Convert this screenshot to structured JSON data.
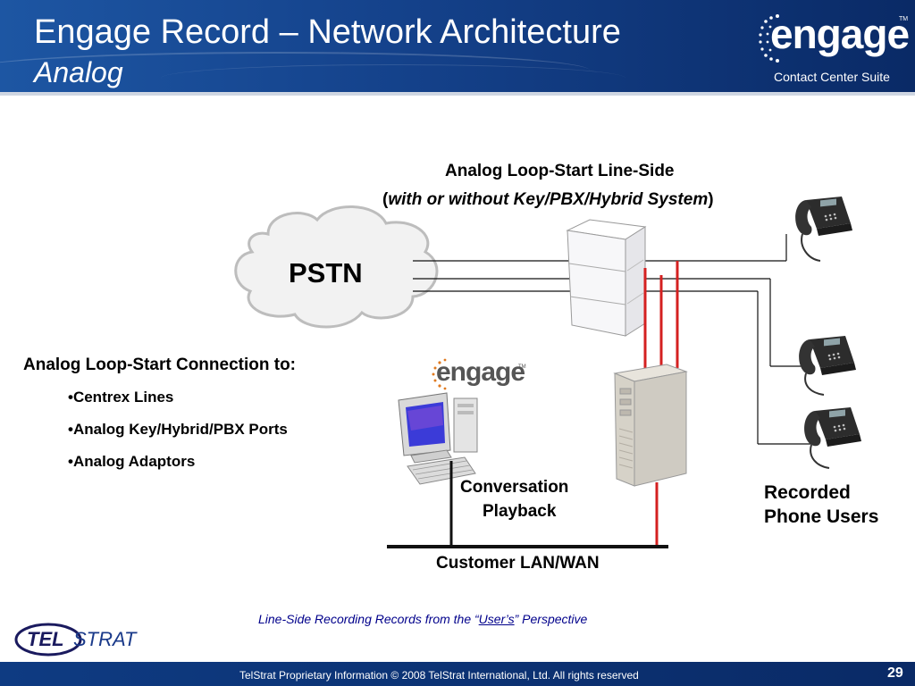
{
  "header": {
    "title": "Engage Record – Network Architecture",
    "subtitle": "Analog",
    "brand": "engage",
    "brand_tm": "TM",
    "suite": "Contact Center Suite"
  },
  "diagram": {
    "line_side_title": "Analog Loop-Start Line-Side",
    "line_side_paren_open": "(",
    "line_side_note": "with or without Key/PBX/Hybrid System",
    "line_side_paren_close": ")",
    "cloud_label": "PSTN",
    "connection_heading": "Analog Loop-Start Connection to:",
    "connection_items": [
      "•Centrex Lines",
      "•Analog Key/Hybrid/PBX Ports",
      "•Analog Adaptors"
    ],
    "playback_line1": "Conversation",
    "playback_line2": "Playback",
    "recorded_line1": "Recorded",
    "recorded_line2": "Phone Users",
    "network_label": "Customer LAN/WAN",
    "small_logo": "engage",
    "small_logo_tm": "TM"
  },
  "caption": {
    "before": "Line-Side Recording Records from the “",
    "underlined": "User’s",
    "after": "” Perspective"
  },
  "logo": {
    "part1": "TEL",
    "part2": "STRAT"
  },
  "footer": {
    "text": "TelStrat Proprietary Information  © 2008 TelStrat International, Ltd. All  rights reserved",
    "page_number": "29"
  },
  "colors": {
    "header_blue": "#14418a",
    "tap_red": "#d42020",
    "caption_blue": "#00008b"
  }
}
